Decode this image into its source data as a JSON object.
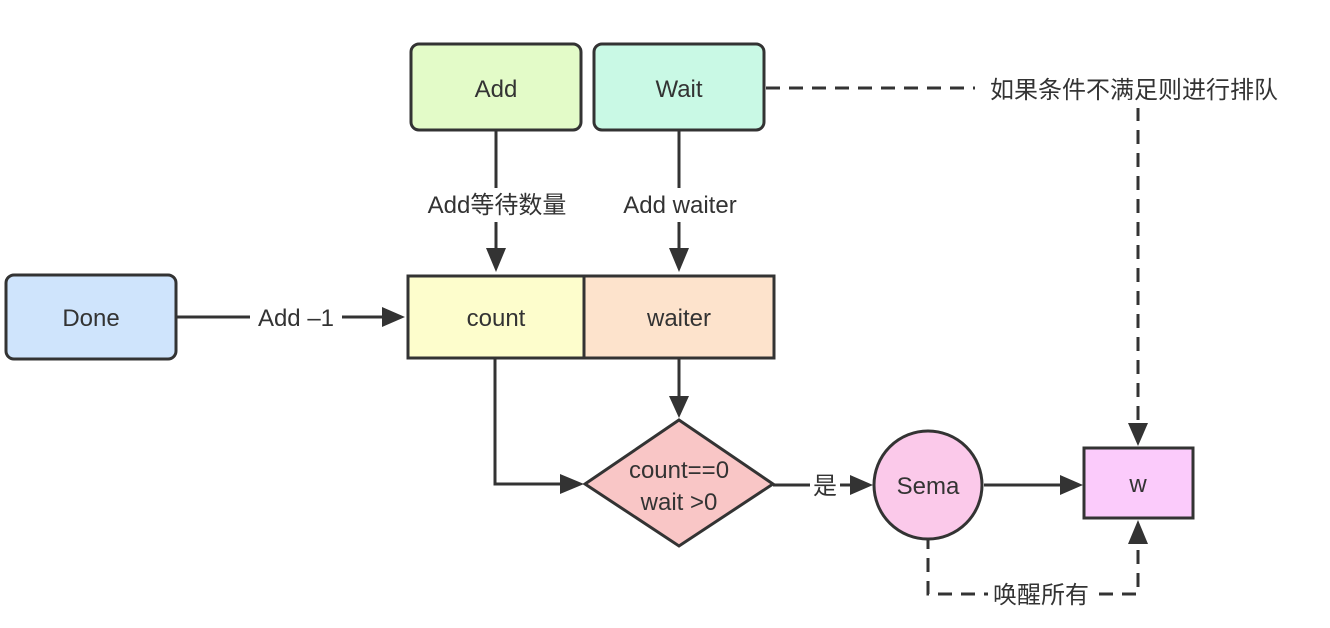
{
  "nodes": {
    "add": {
      "label": "Add",
      "color": "#e3fbc8"
    },
    "wait": {
      "label": "Wait",
      "color": "#c9f9e5"
    },
    "done": {
      "label": "Done",
      "color": "#cfe4fc"
    },
    "count": {
      "label": "count",
      "color": "#fdfdcc"
    },
    "waiter": {
      "label": "waiter",
      "color": "#fde3cc"
    },
    "check": {
      "label_line1": "count==0",
      "label_line2": "wait >0",
      "color": "#f9c6c6"
    },
    "sema": {
      "label": "Sema",
      "color": "#fbc9ea"
    },
    "w": {
      "label": "w",
      "color": "#fbcbfb"
    }
  },
  "edges": {
    "add_to_count": {
      "label": "Add等待数量"
    },
    "wait_to_waiter": {
      "label": "Add waiter"
    },
    "done_to_count": {
      "label": "Add –1"
    },
    "check_to_sema": {
      "label": "是"
    },
    "wait_to_w": {
      "label": "如果条件不满足则进行排队"
    },
    "sema_to_w_wake": {
      "label": "唤醒所有"
    }
  }
}
